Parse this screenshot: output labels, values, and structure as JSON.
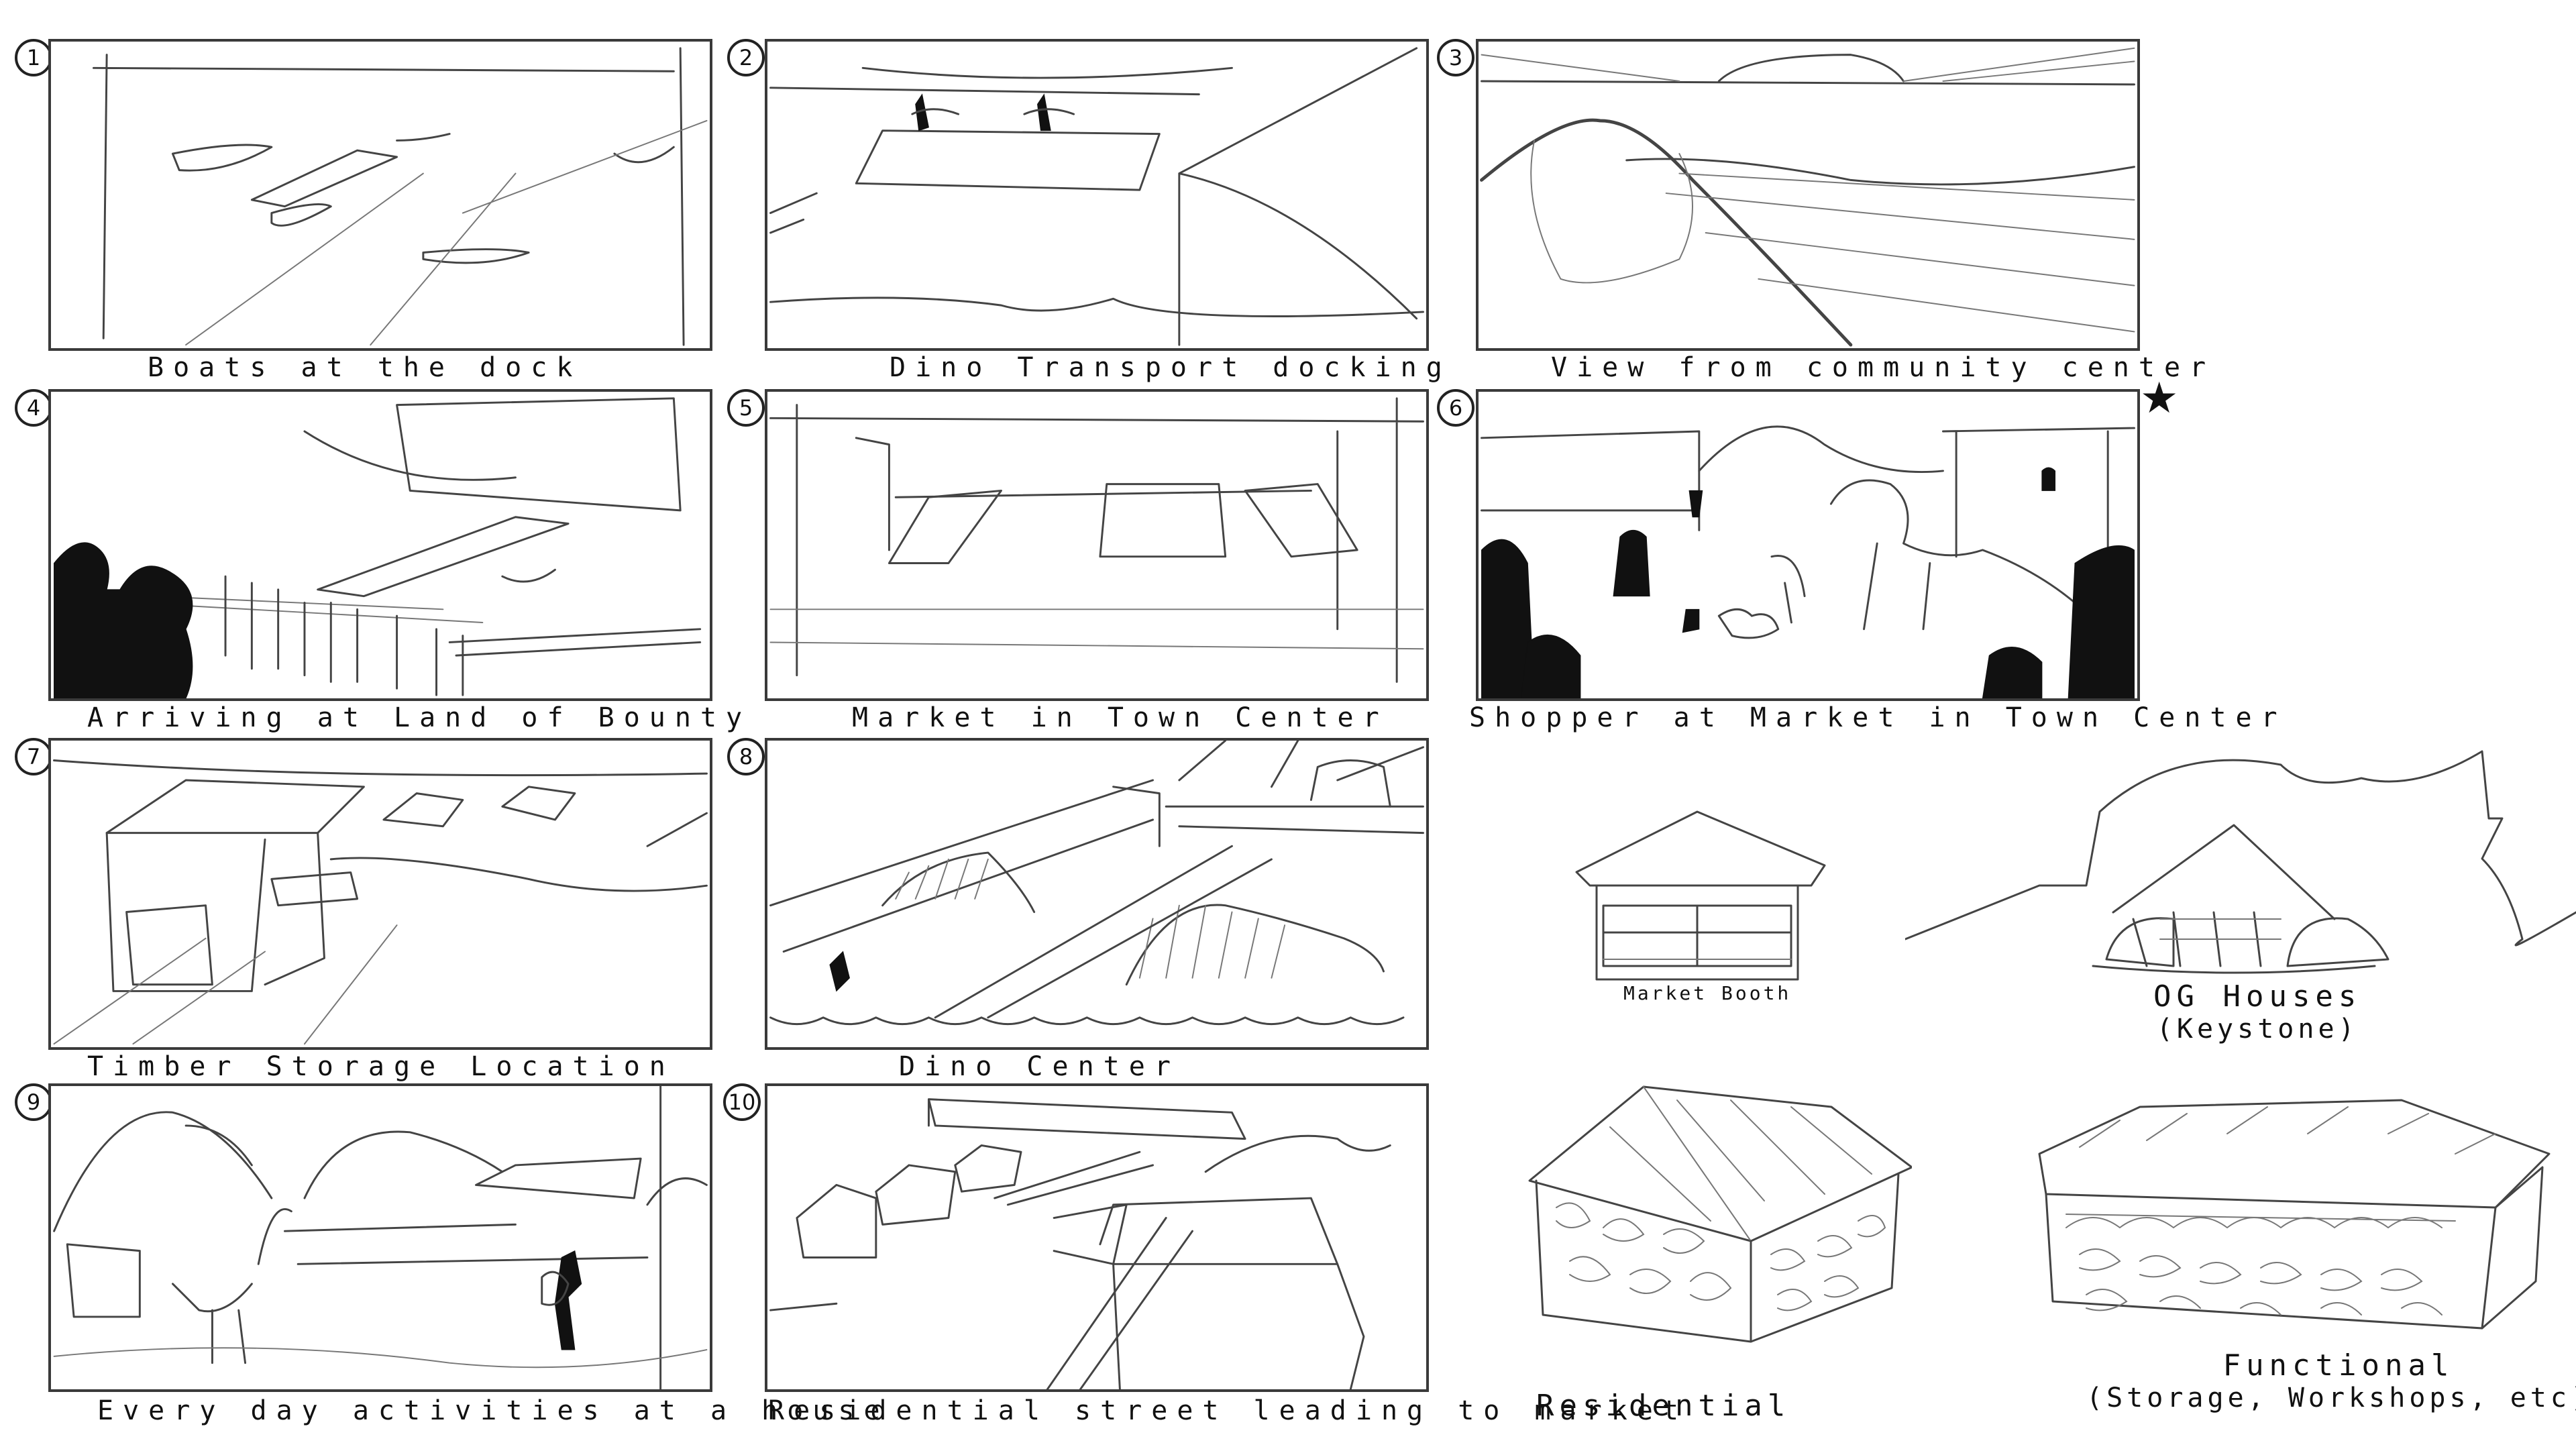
{
  "panels": [
    {
      "number": "1",
      "caption": "Boats at the dock"
    },
    {
      "number": "2",
      "caption": "Dino Transport docking"
    },
    {
      "number": "3",
      "caption": "View from community center"
    },
    {
      "number": "4",
      "caption": "Arriving at Land of Bounty"
    },
    {
      "number": "5",
      "caption": "Market in Town Center"
    },
    {
      "number": "6",
      "caption": "Shopper at Market in Town Center",
      "starred": true
    },
    {
      "number": "7",
      "caption": "Timber Storage Location"
    },
    {
      "number": "8",
      "caption": "Dino Center"
    },
    {
      "number": "9",
      "caption": "Every day activities at a house",
      "starred": true
    },
    {
      "number": "10",
      "caption": "Residential street leading to market"
    }
  ],
  "concepts": [
    {
      "label": "Market Booth",
      "sublabel": ""
    },
    {
      "label": "OG Houses",
      "sublabel": "(Keystone)"
    },
    {
      "label": "Residential",
      "sublabel": ""
    },
    {
      "label": "Functional",
      "sublabel": "(Storage, Workshops, etc)"
    }
  ],
  "star_glyph": "★",
  "colors": {
    "ink": "#111111",
    "pencil": "#444444",
    "paper": "#ffffff"
  }
}
